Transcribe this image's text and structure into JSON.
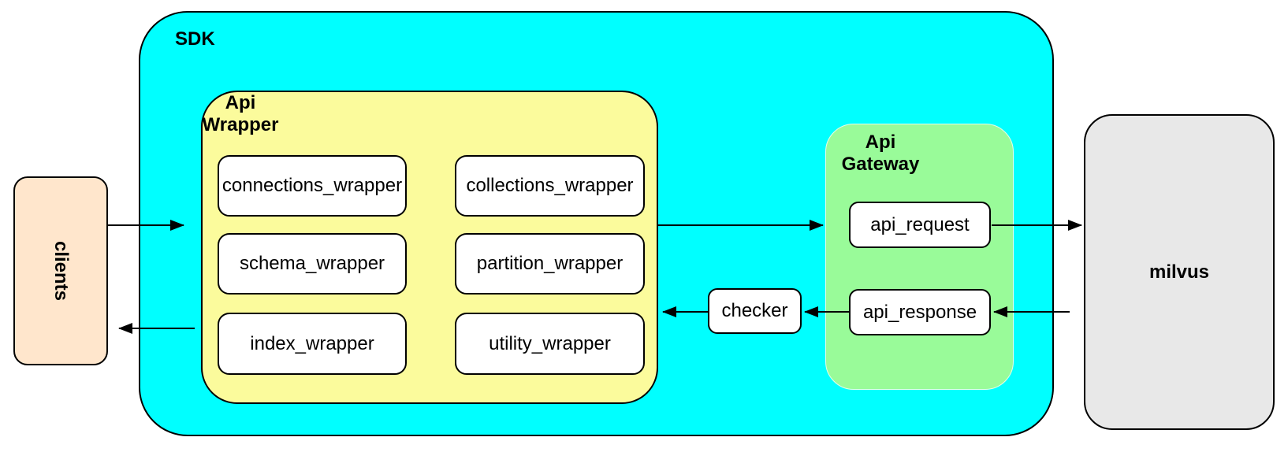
{
  "diagram": {
    "clients": {
      "label": "clients"
    },
    "sdk": {
      "label": "SDK"
    },
    "api_wrapper": {
      "label_line1": "Api",
      "label_line2": "Wrapper",
      "boxes": [
        "connections_wrapper",
        "collections_wrapper",
        "schema_wrapper",
        "partition_wrapper",
        "index_wrapper",
        "utility_wrapper"
      ]
    },
    "checker": {
      "label": "checker"
    },
    "api_gateway": {
      "label_line1": "Api",
      "label_line2": "Gateway",
      "request_label": "api_request",
      "response_label": "api_response"
    },
    "milvus": {
      "label": "milvus"
    }
  },
  "colors": {
    "sdk_fill": "#00FFFF",
    "api_wrapper_fill": "#FBFB9C",
    "api_gateway_fill": "#99FB99",
    "clients_fill": "#FFE6CC",
    "milvus_fill": "#E8E8E8",
    "box_fill": "#FFFFFF",
    "arrow": "#000000"
  }
}
